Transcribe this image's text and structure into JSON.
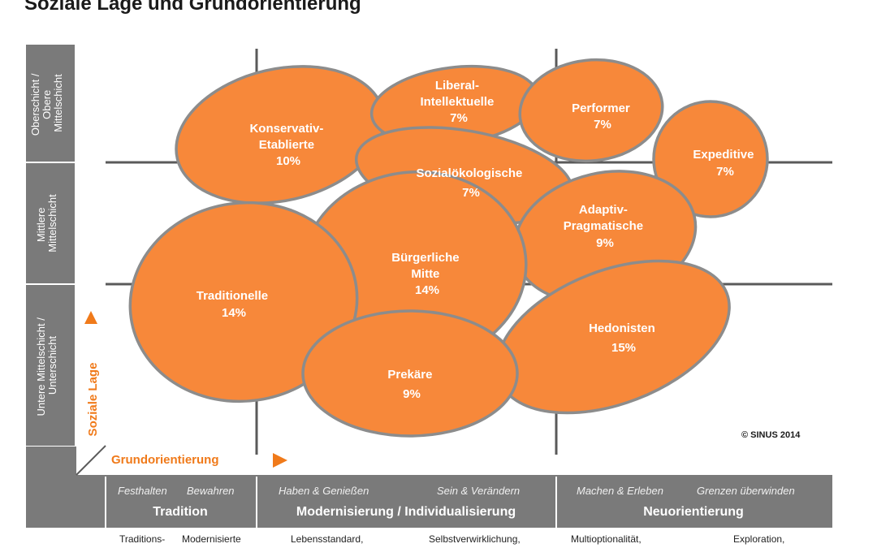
{
  "title": "Soziale Lage und Grundorientierung",
  "colors": {
    "milieu_fill": "#f7883a",
    "milieu_stroke": "#8c8c8c",
    "panel": "#7a7a7a",
    "axis_accent": "#f07a1a"
  },
  "y_axis": {
    "label": "Soziale Lage",
    "levels": [
      {
        "line1": "Oberschicht /",
        "line2": "Obere",
        "line3": "Mittelschicht"
      },
      {
        "line1": "Mittlere",
        "line2": "Mittelschicht"
      },
      {
        "line1": "Untere Mittelschicht /",
        "line2": "Unterschicht"
      }
    ]
  },
  "x_axis": {
    "label": "Grundorientierung",
    "groups": [
      {
        "sub_left": "Festhalten",
        "sub_right": "Bewahren",
        "main": "Tradition",
        "foot_left": "Traditions-",
        "foot_right": "Modernisierte"
      },
      {
        "sub_left": "Haben & Genießen",
        "sub_right": "Sein & Verändern",
        "main": "Modernisierung / Individualisierung",
        "foot_left": "Lebensstandard,",
        "foot_right": "Selbstverwirklichung,"
      },
      {
        "sub_left": "Machen & Erleben",
        "sub_right": "Grenzen überwinden",
        "main": "Neuorientierung",
        "foot_left": "Multioptionalität,",
        "foot_right": "Exploration,"
      }
    ]
  },
  "milieus": [
    {
      "line1": "Konservativ-",
      "line2": "Etablierte",
      "share": "10%"
    },
    {
      "line1": "Liberal-",
      "line2": "Intellektuelle",
      "share": "7%"
    },
    {
      "line1": "Performer",
      "share": "7%"
    },
    {
      "line1": "Expeditive",
      "share": "7%"
    },
    {
      "line1": "Sozialökologische",
      "share": "7%"
    },
    {
      "line1": "Adaptiv-",
      "line2": "Pragmatische",
      "share": "9%"
    },
    {
      "line1": "Bürgerliche",
      "line2": "Mitte",
      "share": "14%"
    },
    {
      "line1": "Traditionelle",
      "share": "14%"
    },
    {
      "line1": "Hedonisten",
      "share": "15%"
    },
    {
      "line1": "Prekäre",
      "share": "9%"
    }
  ],
  "copyright": "© SINUS 2014"
}
